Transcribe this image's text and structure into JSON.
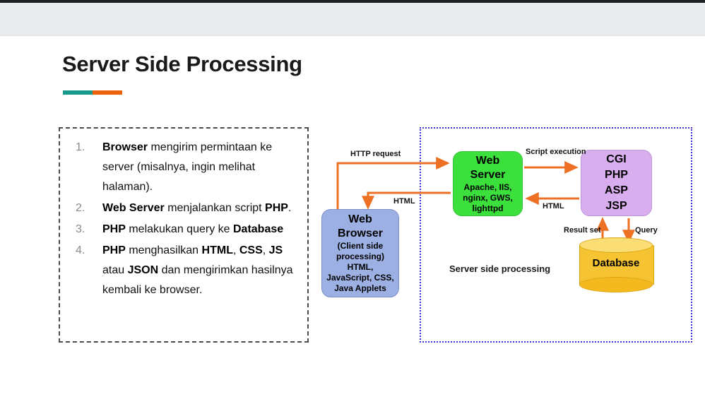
{
  "slide": {
    "title": "Server Side Processing",
    "accent_colors": {
      "teal": "#189b8c",
      "orange": "#ec6209"
    }
  },
  "steps": [
    {
      "number": "1.",
      "parts": [
        {
          "text": "Browser",
          "bold": true
        },
        {
          "text": " mengirim permintaan ke server (misalnya, ingin melihat halaman).",
          "bold": false
        }
      ]
    },
    {
      "number": "2.",
      "parts": [
        {
          "text": "Web Server",
          "bold": true
        },
        {
          "text": " menjalankan script ",
          "bold": false
        },
        {
          "text": "PHP",
          "bold": true
        },
        {
          "text": ".",
          "bold": false
        }
      ]
    },
    {
      "number": "3.",
      "parts": [
        {
          "text": "PHP",
          "bold": true
        },
        {
          "text": " melakukan query ke ",
          "bold": false
        },
        {
          "text": "Database",
          "bold": true
        }
      ]
    },
    {
      "number": "4.",
      "parts": [
        {
          "text": "PHP",
          "bold": true
        },
        {
          "text": " menghasilkan ",
          "bold": false
        },
        {
          "text": "HTML",
          "bold": true
        },
        {
          "text": ", ",
          "bold": false
        },
        {
          "text": "CSS",
          "bold": true
        },
        {
          "text": ", ",
          "bold": false
        },
        {
          "text": "JS",
          "bold": true
        },
        {
          "text": " atau ",
          "bold": false
        },
        {
          "text": "JSON",
          "bold": true
        },
        {
          "text": " dan mengirimkan hasilnya kembali ke browser.",
          "bold": false
        }
      ]
    }
  ],
  "diagram": {
    "caption": "Server side processing",
    "browser": {
      "title_line1": "Web",
      "title_line2": "Browser",
      "sub_line1": "(Client side",
      "sub_line2": "processing)",
      "sub_line3": "HTML,",
      "sub_line4": "JavaScript, CSS,",
      "sub_line5": "Java Applets",
      "color": "#9db0e3"
    },
    "web_server": {
      "title_line1": "Web",
      "title_line2": "Server",
      "sub_line1": "Apache, IIS,",
      "sub_line2": "nginx, GWS,",
      "sub_line3": "lighttpd",
      "color": "#3ce03c"
    },
    "cgi": {
      "line1": "CGI",
      "line2": "PHP",
      "line3": "ASP",
      "line4": "JSP",
      "color": "#d9aeee"
    },
    "database": {
      "label": "Database",
      "color": "#f6c433"
    },
    "arrow_labels": {
      "http_request": "HTTP request",
      "script_execution": "Script execution",
      "html_left": "HTML",
      "html_right": "HTML",
      "result_set": "Result set",
      "query": "Query"
    },
    "arrow_color": "#ed7024",
    "boundary_color": "#3b31d6"
  }
}
